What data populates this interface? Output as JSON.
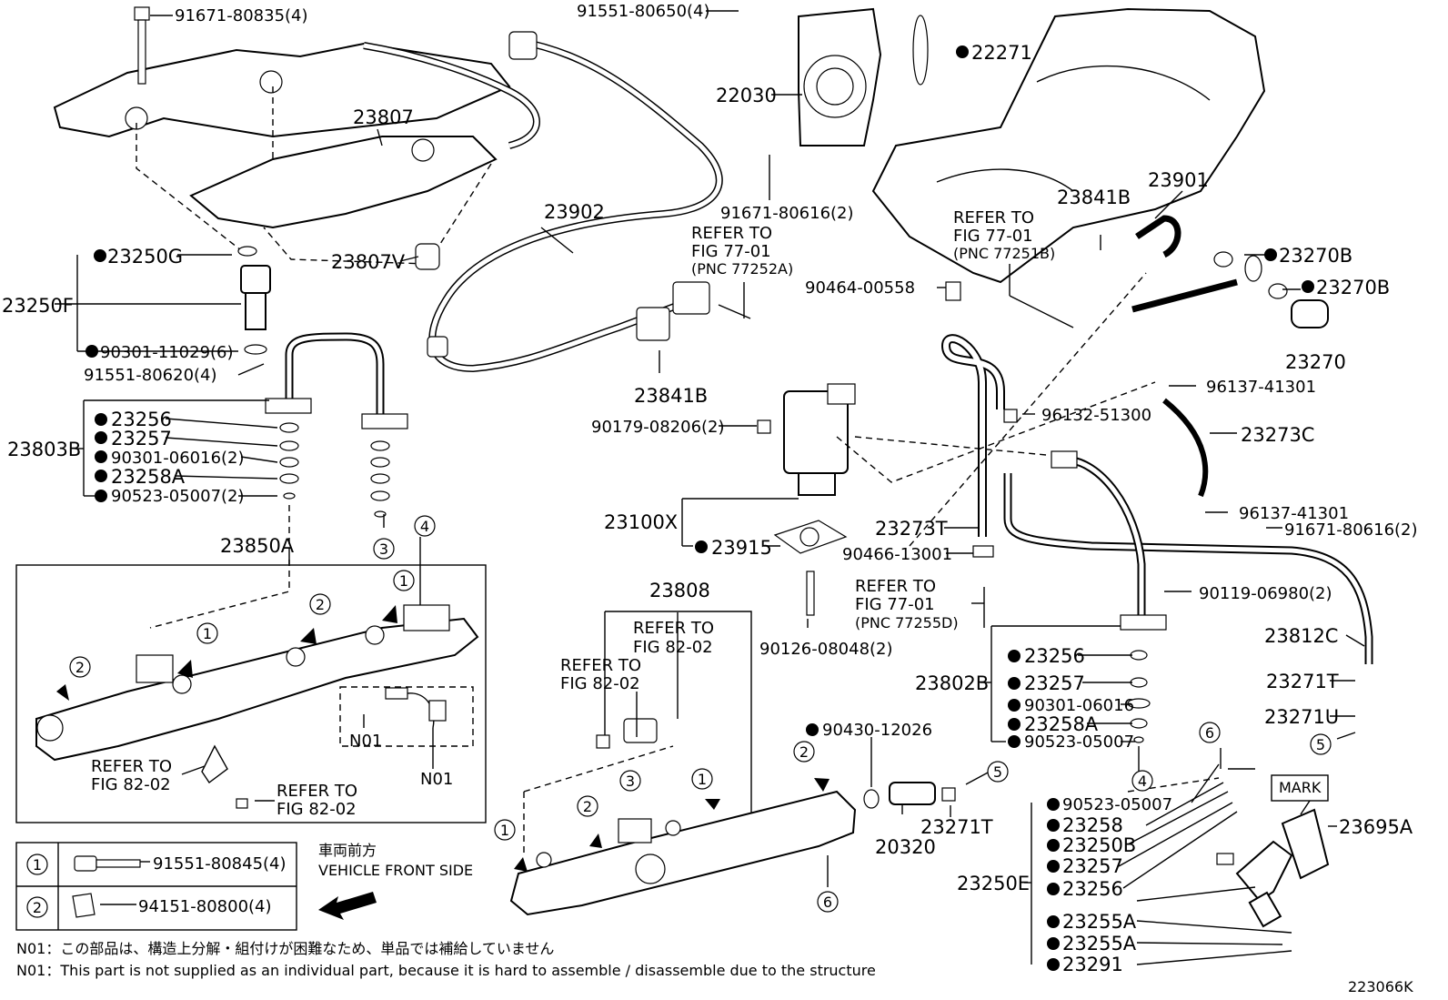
{
  "labels": {
    "p_91671_80835": "91671-80835(4)",
    "p_91551_80650": "91551-80650(4)",
    "p_22271": "22271",
    "p_22030": "22030",
    "p_23807": "23807",
    "p_23807V": "23807V",
    "p_23902": "23902",
    "p_91671_80616_top": "91671-80616(2)",
    "p_23841B_top": "23841B",
    "p_23901": "23901",
    "p_23250G": "23250G",
    "p_23250F": "23250F",
    "p_90301_11029": "90301-11029(6)",
    "p_91551_80620": "91551-80620(4)",
    "p_23270B_1": "23270B",
    "p_23270B_2": "23270B",
    "p_23270": "23270",
    "p_90464_00558": "90464-00558",
    "p_23841B_mid": "23841B",
    "p_96137_41301_top": "96137-41301",
    "p_96132_51300": "96132-51300",
    "p_23273C": "23273C",
    "p_23256_l": "23256",
    "p_23257_l": "23257",
    "p_90301_06016_l": "90301-06016(2)",
    "p_23258A_l": "23258A",
    "p_90523_05007_l": "90523-05007(2)",
    "p_23803B": "23803B",
    "p_90179_08206": "90179-08206(2)",
    "p_23100X": "23100X",
    "p_23915": "23915",
    "p_23273T": "23273T",
    "p_90466_13001": "90466-13001",
    "p_96137_41301_bot": "96137-41301",
    "p_91671_80616_right": "91671-80616(2)",
    "p_23850A": "23850A",
    "p_23808": "23808",
    "p_90119_06980": "90119-06980(2)",
    "p_90126_08048": "90126-08048(2)",
    "p_23812C": "23812C",
    "p_23256_r": "23256",
    "p_23802B": "23802B",
    "p_23257_r": "23257",
    "p_90301_06016_r": "90301-06016",
    "p_23258A_r": "23258A",
    "p_90523_05007_r": "90523-05007",
    "p_23271T_r": "23271T",
    "p_23271U": "23271U",
    "p_90430_12026": "90430-12026",
    "p_N01_a": "N01",
    "p_N01_b": "N01",
    "p_20320": "20320",
    "p_23271T_mid": "23271T",
    "p_90523_05007_b": "90523-05007",
    "p_23258_b": "23258",
    "p_23250B": "23250B",
    "p_23257_b": "23257",
    "p_23256_b": "23256",
    "p_23250E": "23250E",
    "p_23255A_1": "23255A",
    "p_23255A_2": "23255A",
    "p_23291": "23291",
    "p_23695A": "23695A",
    "mark": "MARK",
    "figure_id": "223066K"
  },
  "refer": {
    "r1_a": "REFER TO",
    "r1_b": "FIG 77-01",
    "r1_c": "(PNC 77252A)",
    "r2_a": "REFER TO",
    "r2_b": "FIG 77-01",
    "r2_c": "(PNC 77251B)",
    "r3_a": "REFER TO",
    "r3_b": "FIG 77-01",
    "r3_c": "(PNC 77255D)",
    "r4_a": "REFER TO",
    "r4_b": "FIG 82-02",
    "r5_a": "REFER TO",
    "r5_b": "FIG 82-02",
    "r6_a": "REFER TO",
    "r6_b": "FIG 82-02",
    "r7_a": "REFER TO",
    "r7_b": "FIG 82-02"
  },
  "callouts": [
    "1",
    "2",
    "3",
    "4",
    "5",
    "6"
  ],
  "legend": {
    "row1_num": "1",
    "row1_part": "91551-80845(4)",
    "row2_num": "2",
    "row2_part": "94151-80800(4)"
  },
  "direction": {
    "jp": "車両前方",
    "en": "VEHICLE FRONT SIDE"
  },
  "notes": {
    "n01_jp": "N01：この部品は、構造上分解・組付けが困難なため、単品では補給していません",
    "n01_en": "N01：This part is not supplied as an individual part, because it is hard to assemble / disassemble due to the structure"
  }
}
